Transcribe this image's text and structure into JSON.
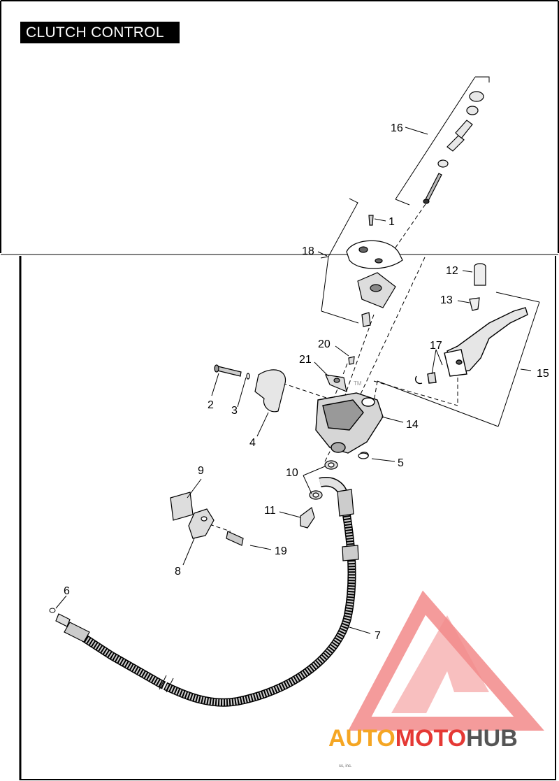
{
  "title": "CLUTCH CONTROL",
  "callouts": [
    {
      "id": "c1",
      "label": "1"
    },
    {
      "id": "c2",
      "label": "2"
    },
    {
      "id": "c3",
      "label": "3"
    },
    {
      "id": "c4",
      "label": "4"
    },
    {
      "id": "c5",
      "label": "5"
    },
    {
      "id": "c6",
      "label": "6"
    },
    {
      "id": "c7",
      "label": "7"
    },
    {
      "id": "c8",
      "label": "8"
    },
    {
      "id": "c9",
      "label": "9"
    },
    {
      "id": "c10",
      "label": "10"
    },
    {
      "id": "c11",
      "label": "11"
    },
    {
      "id": "c12",
      "label": "12"
    },
    {
      "id": "c13",
      "label": "13"
    },
    {
      "id": "c14",
      "label": "14"
    },
    {
      "id": "c15",
      "label": "15"
    },
    {
      "id": "c16",
      "label": "16"
    },
    {
      "id": "c17",
      "label": "17"
    },
    {
      "id": "c18",
      "label": "18"
    },
    {
      "id": "c19",
      "label": "19"
    },
    {
      "id": "c20",
      "label": "20"
    },
    {
      "id": "c21",
      "label": "21"
    }
  ],
  "trademark": "TM",
  "copyright": "ss, inc.",
  "watermark": {
    "part1": "AUTO",
    "part2": "MOTO",
    "part3": "HUB",
    "color_orange": "#f5a623",
    "color_red": "#e53935",
    "color_gray": "#555555",
    "logo_color": "#f28a8a"
  }
}
